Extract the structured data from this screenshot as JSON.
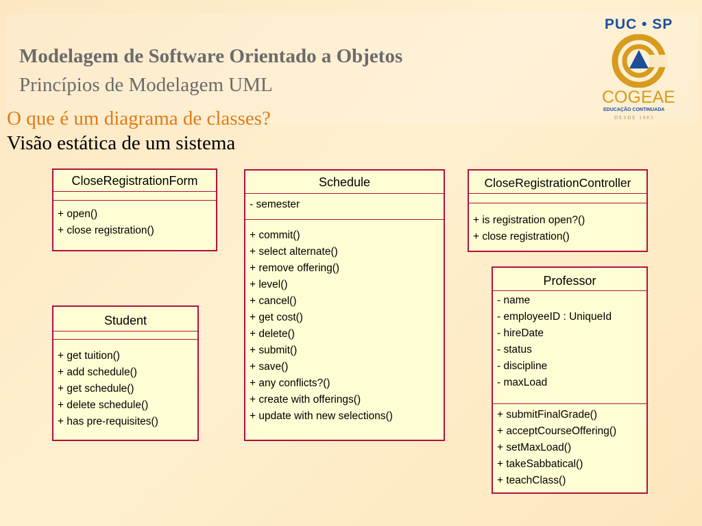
{
  "header": {
    "title": "Modelagem de Software Orientado a Objetos",
    "subtitle": "Princípios de Modelagem UML"
  },
  "logo": {
    "top_text": "PUC • SP",
    "name": "COGEAE",
    "tagline": "EDUCAÇÃO CONTINUADA",
    "since": "DESDE 1983",
    "colors": {
      "blue": "#1d4f9c",
      "gold": "#d79b1d"
    }
  },
  "content": {
    "question": "O que é um diagrama de classes?",
    "statement": "Visão estática de um sistema"
  },
  "colors": {
    "class_border": "#b2103c",
    "class_fill": "#fffdd4",
    "question": "#e07a16"
  },
  "classes": {
    "close_registration_form": {
      "name": "CloseRegistrationForm",
      "attributes": [],
      "operations": [
        "+ open()",
        "+ close registration()"
      ]
    },
    "schedule": {
      "name": "Schedule",
      "attributes": [
        "- semester"
      ],
      "operations": [
        "+ commit()",
        "+ select alternate()",
        "+ remove offering()",
        "+ level()",
        "+ cancel()",
        "+ get cost()",
        "+ delete()",
        "+ submit()",
        "+ save()",
        "+ any conflicts?()",
        "+ create with offerings()",
        "+ update with new selections()"
      ]
    },
    "close_registration_controller": {
      "name": "CloseRegistrationController",
      "attributes": [],
      "operations": [
        "+ is registration open?()",
        "+ close registration()"
      ]
    },
    "student": {
      "name": "Student",
      "attributes": [],
      "operations": [
        "+ get tuition()",
        "+ add schedule()",
        "+ get schedule()",
        "+ delete schedule()",
        "+ has pre-requisites()"
      ]
    },
    "professor": {
      "name": "Professor",
      "attributes": [
        "- name",
        "- employeeID : UniqueId",
        "- hireDate",
        "- status",
        "- discipline",
        "- maxLoad"
      ],
      "operations": [
        "+ submitFinalGrade()",
        "+ acceptCourseOffering()",
        "+ setMaxLoad()",
        "+ takeSabbatical()",
        "+ teachClass()"
      ]
    }
  }
}
